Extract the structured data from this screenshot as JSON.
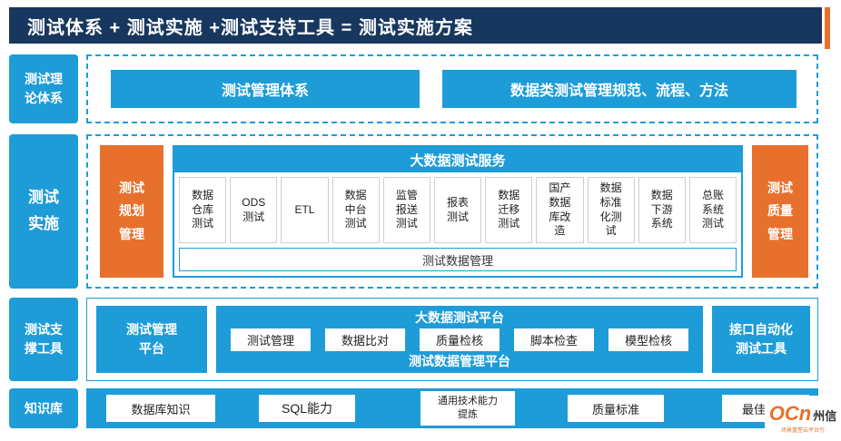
{
  "colors": {
    "navy": "#17375E",
    "blue": "#1E9CD8",
    "orange": "#E8702D"
  },
  "header": {
    "title": "测试体系 + 测试实施 +测试支持工具 = 测试实施方案"
  },
  "sidebar": {
    "theory": "测试理\n论体系",
    "impl": "测试\n实施",
    "tools": "测试支\n撑工具",
    "knowledge": "知识库"
  },
  "theory": {
    "management_system": "测试管理体系",
    "data_spec": "数据类测试管理规范、流程、方法"
  },
  "impl": {
    "planning": "测试\n规划\n管理",
    "quality": "测试\n质量\n管理",
    "service_header": "大数据测试服务",
    "services": [
      "数据\n仓库\n测试",
      "ODS\n测试",
      "ETL",
      "数据\n中台\n测试",
      "监管\n报送\n测试",
      "报表\n测试",
      "数据\n迁移\n测试",
      "国产\n数据\n库改\n造",
      "数据\n标准\n化测\n试",
      "数据\n下游\n系统",
      "总账\n系统\n测试"
    ],
    "data_mgmt": "测试数据管理"
  },
  "tools": {
    "mgmt_platform": "测试管理\n平台",
    "bigdata_platform": "大数据测试平台",
    "items": [
      "测试管理",
      "数据比对",
      "质量检核",
      "脚本检查",
      "模型检核"
    ],
    "data_platform": "测试数据管理平台",
    "api_tool": "接口自动化\n测试工具"
  },
  "knowledge": {
    "items": [
      "数据库知识",
      "SQL能力",
      "通用技术能力\n提炼",
      "质量标准",
      "最佳实践"
    ]
  },
  "logo": {
    "mark": "OCn",
    "name": "州信",
    "tagline": "场景重塑云平台引"
  }
}
